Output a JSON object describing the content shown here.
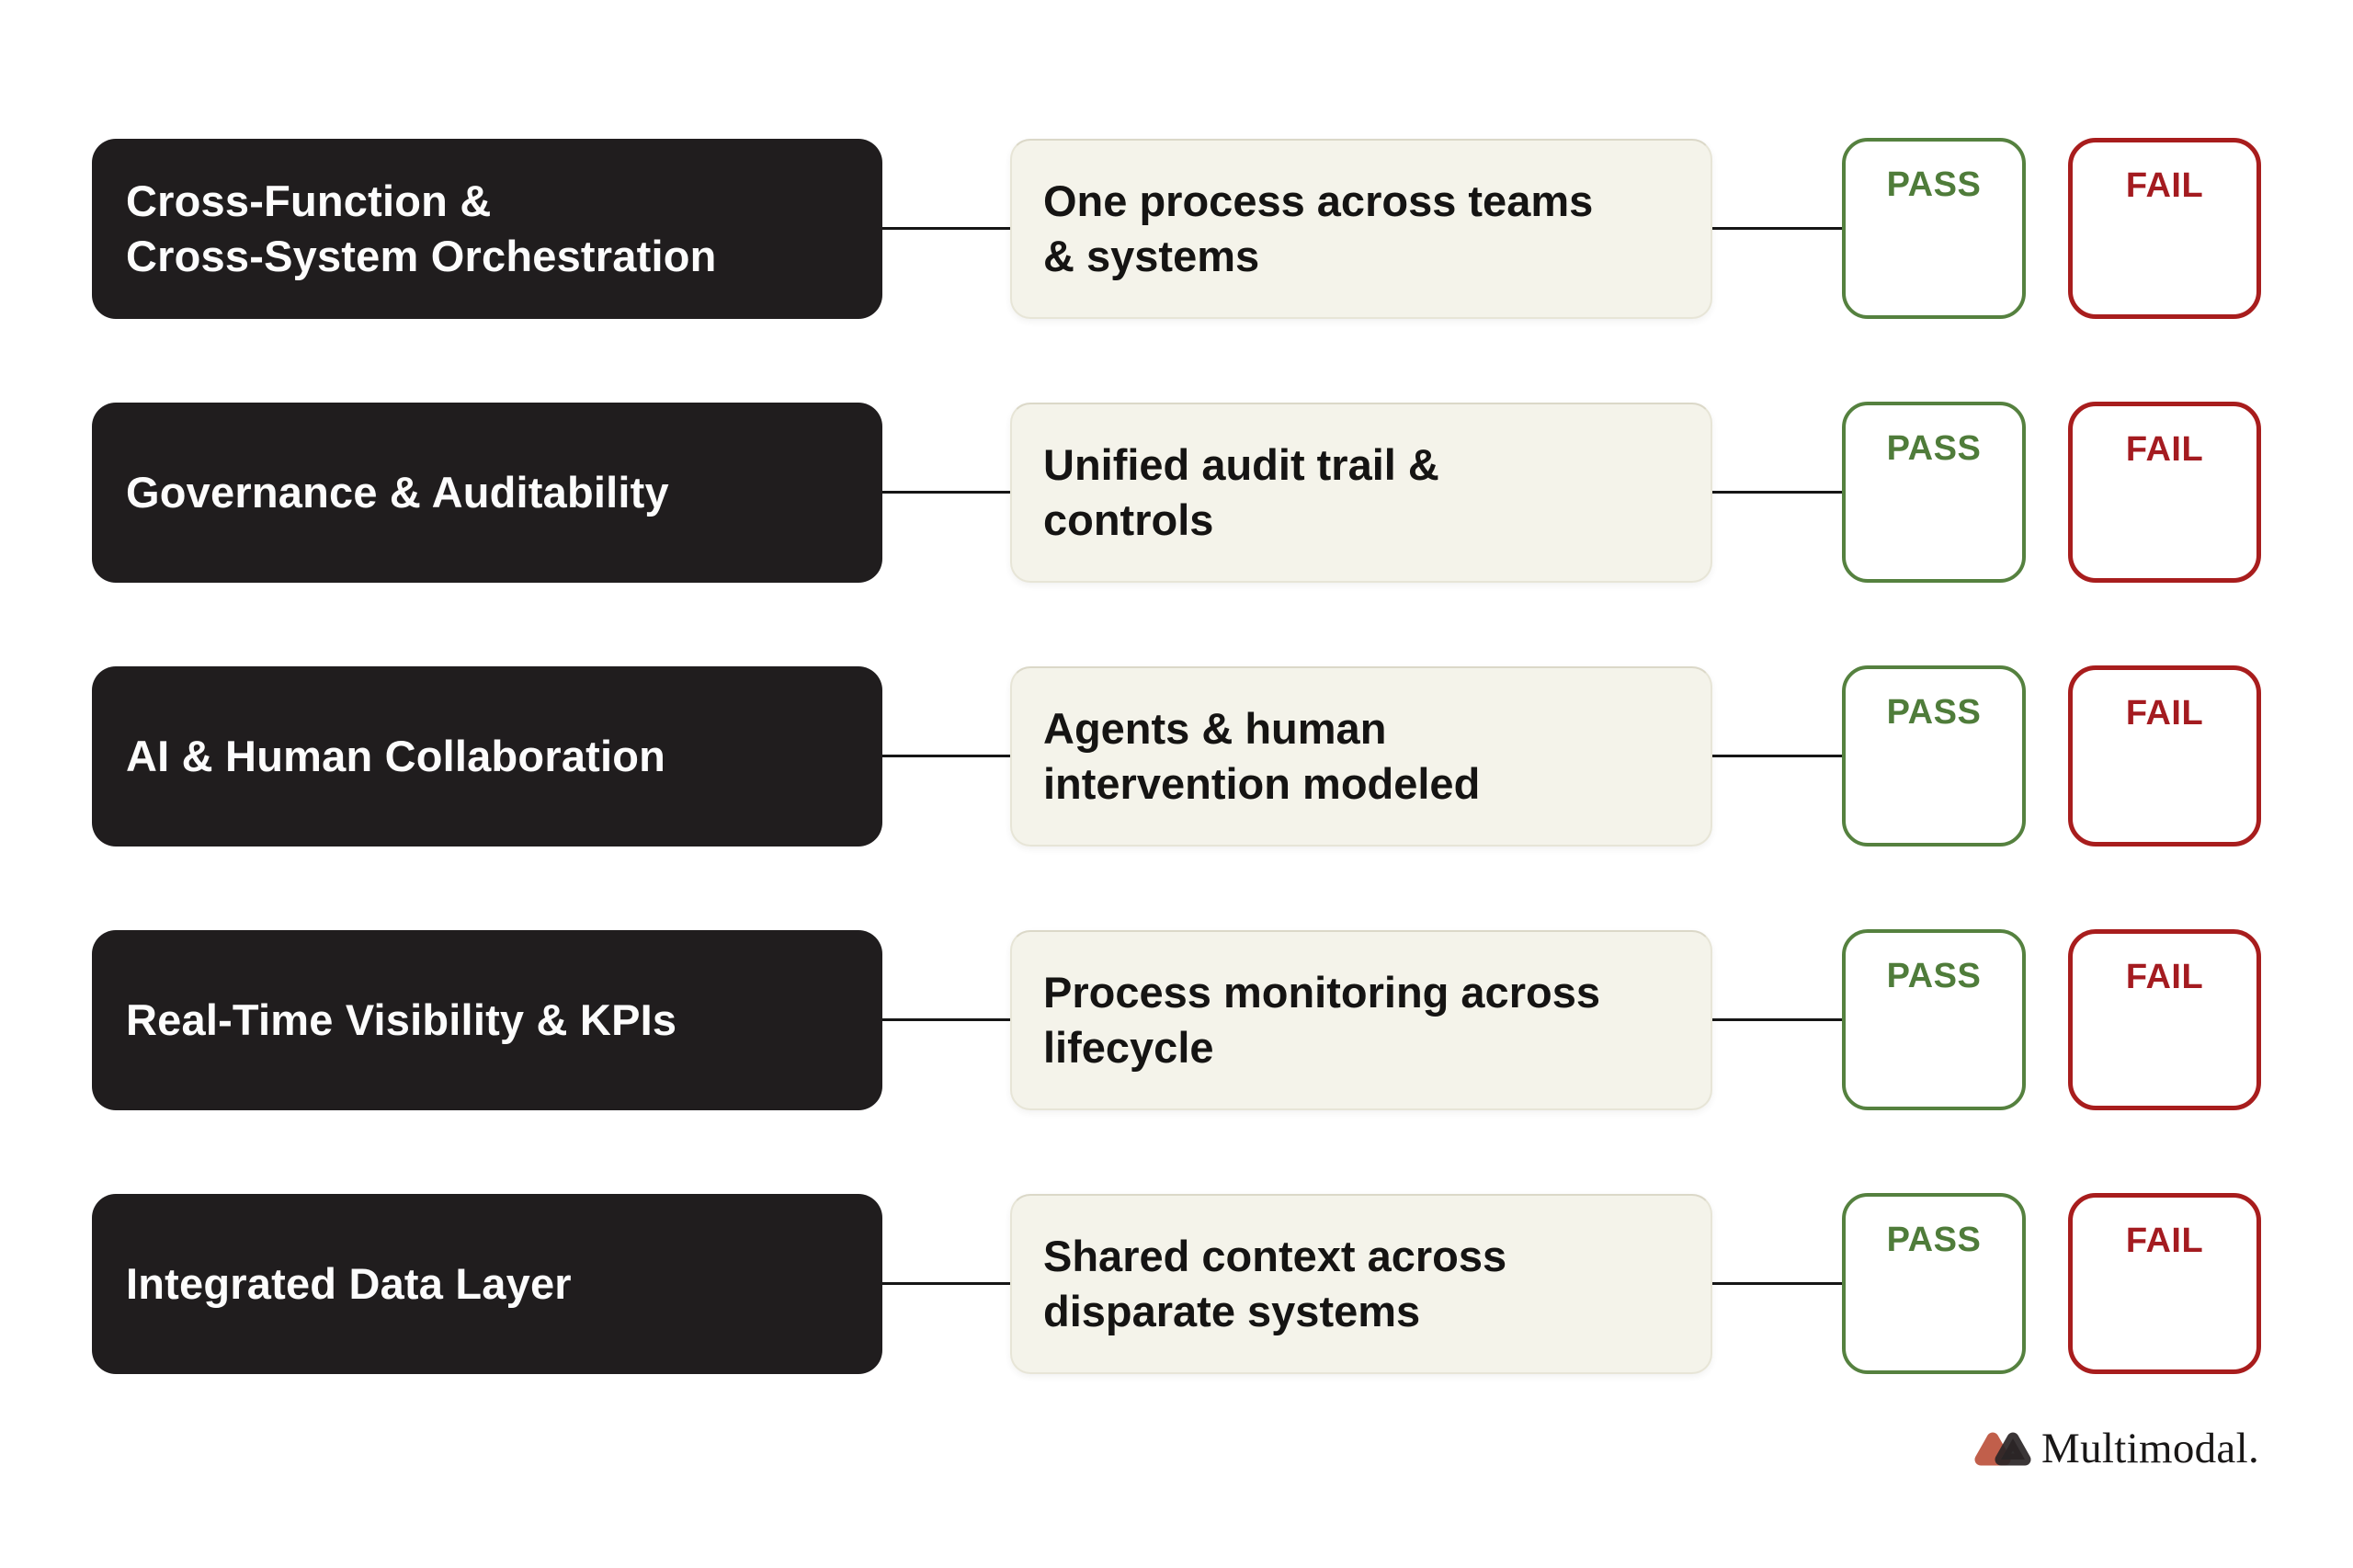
{
  "labels": {
    "pass": "PASS",
    "fail": "FAIL"
  },
  "rows": [
    {
      "category": "Cross-Function &\nCross-System Orchestration",
      "criterion": "One process across teams\n& systems"
    },
    {
      "category": "Governance & Auditability",
      "criterion": "Unified audit trail &\ncontrols"
    },
    {
      "category": "AI & Human Collaboration",
      "criterion": "Agents & human\nintervention modeled"
    },
    {
      "category": "Real-Time Visibility & KPIs",
      "criterion": "Process monitoring across\nlifecycle"
    },
    {
      "category": "Integrated Data Layer",
      "criterion": "Shared context across\ndisparate systems"
    }
  ],
  "logo": {
    "text": "Multimodal.",
    "icon": "multimodal-triangles-icon"
  },
  "colors": {
    "category_black": "#201d1e",
    "criterion_cream": "#f4f3ea",
    "pass_green": "#55813f",
    "fail_red": "#a81d1d",
    "logo_terracotta": "#c15f4b",
    "logo_dark": "#2a2526",
    "background": "#ffffff"
  }
}
